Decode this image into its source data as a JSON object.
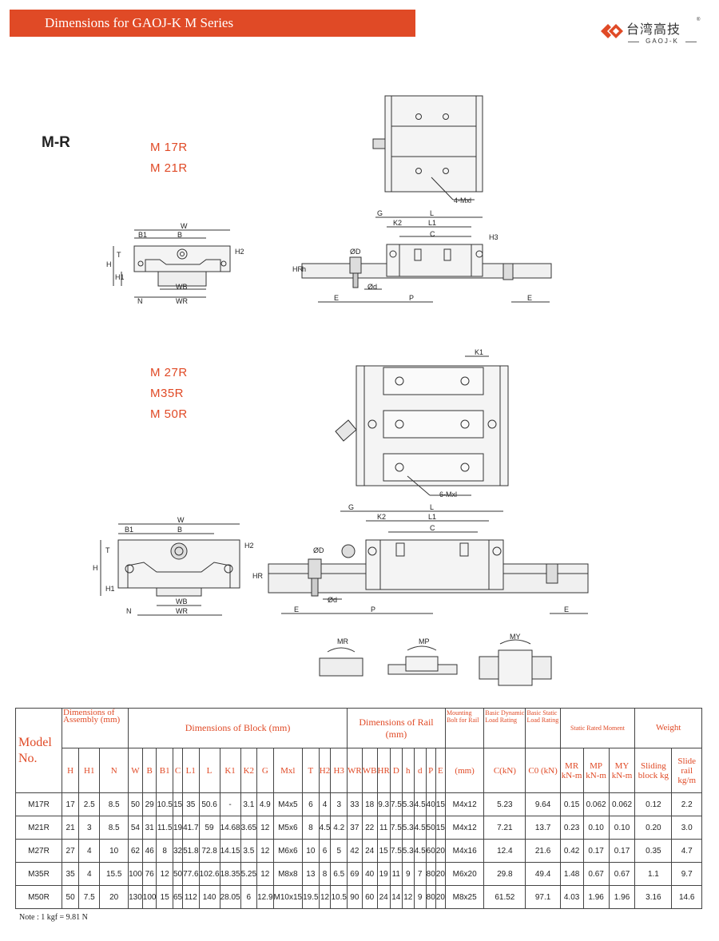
{
  "banner": {
    "title": "Dimensions for GAOJ-K M Series"
  },
  "logo": {
    "cn": "台湾高技",
    "reg": "®",
    "en": "GAOJ-K"
  },
  "section": {
    "label": "M-R"
  },
  "groups": {
    "small": [
      "M 17R",
      "M 21R"
    ],
    "large": [
      "M 27R",
      "M35R",
      "M 50R"
    ]
  },
  "drawing_labels": {
    "top_view_small": {
      "note": "4-Mxl"
    },
    "top_view_large": {
      "note": "6-Mxl",
      "k1": "K1"
    },
    "front": {
      "W": "W",
      "B": "B",
      "B1": "B1",
      "T": "T",
      "H": "H",
      "H1": "H1",
      "H2": "H2",
      "N": "N",
      "WB": "WB",
      "WR": "WR"
    },
    "side": {
      "G": "G",
      "L": "L",
      "L1": "L1",
      "C": "C",
      "K2": "K2",
      "H3": "H3",
      "HR": "HR",
      "h": "h",
      "D": "ØD",
      "d": "Ød",
      "E": "E",
      "P": "P"
    },
    "moments": [
      "MR",
      "MP",
      "MY"
    ]
  },
  "table": {
    "model_header": "Model No.",
    "group_assembly": "Dimensions of Assembly (mm)",
    "group_block": "Dimensions of Block (mm)",
    "group_rail": "Dimensions of Rail (mm)",
    "mounting_bolt": "Mounting Bolt for Rail",
    "dynamic": "Basic Dynamic Load Rating",
    "static": "Basic Static Load Rating",
    "moment": "Static Rated Moment",
    "weight": "Weight",
    "cols": [
      "H",
      "H1",
      "N",
      "W",
      "B",
      "B1",
      "C",
      "L1",
      "L",
      "K1",
      "K2",
      "G",
      "Mxl",
      "T",
      "H2",
      "H3",
      "WR",
      "WB",
      "HR",
      "D",
      "h",
      "d",
      "P",
      "E",
      "(mm)",
      "C(kN)",
      "C0 (kN)",
      "MR kN-m",
      "MP kN-m",
      "MY kN-m",
      "Sliding block kg",
      "Slide rail kg/m"
    ],
    "rows": [
      [
        "M17R",
        "17",
        "2.5",
        "8.5",
        "50",
        "29",
        "10.5",
        "15",
        "35",
        "50.6",
        "-",
        "3.1",
        "4.9",
        "M4x5",
        "6",
        "4",
        "3",
        "33",
        "18",
        "9.3",
        "7.5",
        "5.3",
        "4.5",
        "40",
        "15",
        "M4x12",
        "5.23",
        "9.64",
        "0.15",
        "0.062",
        "0.062",
        "0.12",
        "2.2"
      ],
      [
        "M21R",
        "21",
        "3",
        "8.5",
        "54",
        "31",
        "11.5",
        "19",
        "41.7",
        "59",
        "14.68",
        "3.65",
        "12",
        "M5x6",
        "8",
        "4.5",
        "4.2",
        "37",
        "22",
        "11",
        "7.5",
        "5.3",
        "4.5",
        "50",
        "15",
        "M4x12",
        "7.21",
        "13.7",
        "0.23",
        "0.10",
        "0.10",
        "0.20",
        "3.0"
      ],
      [
        "M27R",
        "27",
        "4",
        "10",
        "62",
        "46",
        "8",
        "32",
        "51.8",
        "72.8",
        "14.15",
        "3.5",
        "12",
        "M6x6",
        "10",
        "6",
        "5",
        "42",
        "24",
        "15",
        "7.5",
        "5.3",
        "4.5",
        "60",
        "20",
        "M4x16",
        "12.4",
        "21.6",
        "0.42",
        "0.17",
        "0.17",
        "0.35",
        "4.7"
      ],
      [
        "M35R",
        "35",
        "4",
        "15.5",
        "100",
        "76",
        "12",
        "50",
        "77.6",
        "102.6",
        "18.35",
        "5.25",
        "12",
        "M8x8",
        "13",
        "8",
        "6.5",
        "69",
        "40",
        "19",
        "11",
        "9",
        "7",
        "80",
        "20",
        "M6x20",
        "29.8",
        "49.4",
        "1.48",
        "0.67",
        "0.67",
        "1.1",
        "9.7"
      ],
      [
        "M50R",
        "50",
        "7.5",
        "20",
        "130",
        "100",
        "15",
        "65",
        "112",
        "140",
        "28.05",
        "6",
        "12.9",
        "M10x15",
        "19.5",
        "12",
        "10.5",
        "90",
        "60",
        "24",
        "14",
        "12",
        "9",
        "80",
        "20",
        "M8x25",
        "61.52",
        "97.1",
        "4.03",
        "1.96",
        "1.96",
        "3.16",
        "14.6"
      ]
    ]
  },
  "note": "Note : 1 kgf = 9.81 N",
  "colors": {
    "accent": "#e04a26",
    "line": "#444444"
  }
}
